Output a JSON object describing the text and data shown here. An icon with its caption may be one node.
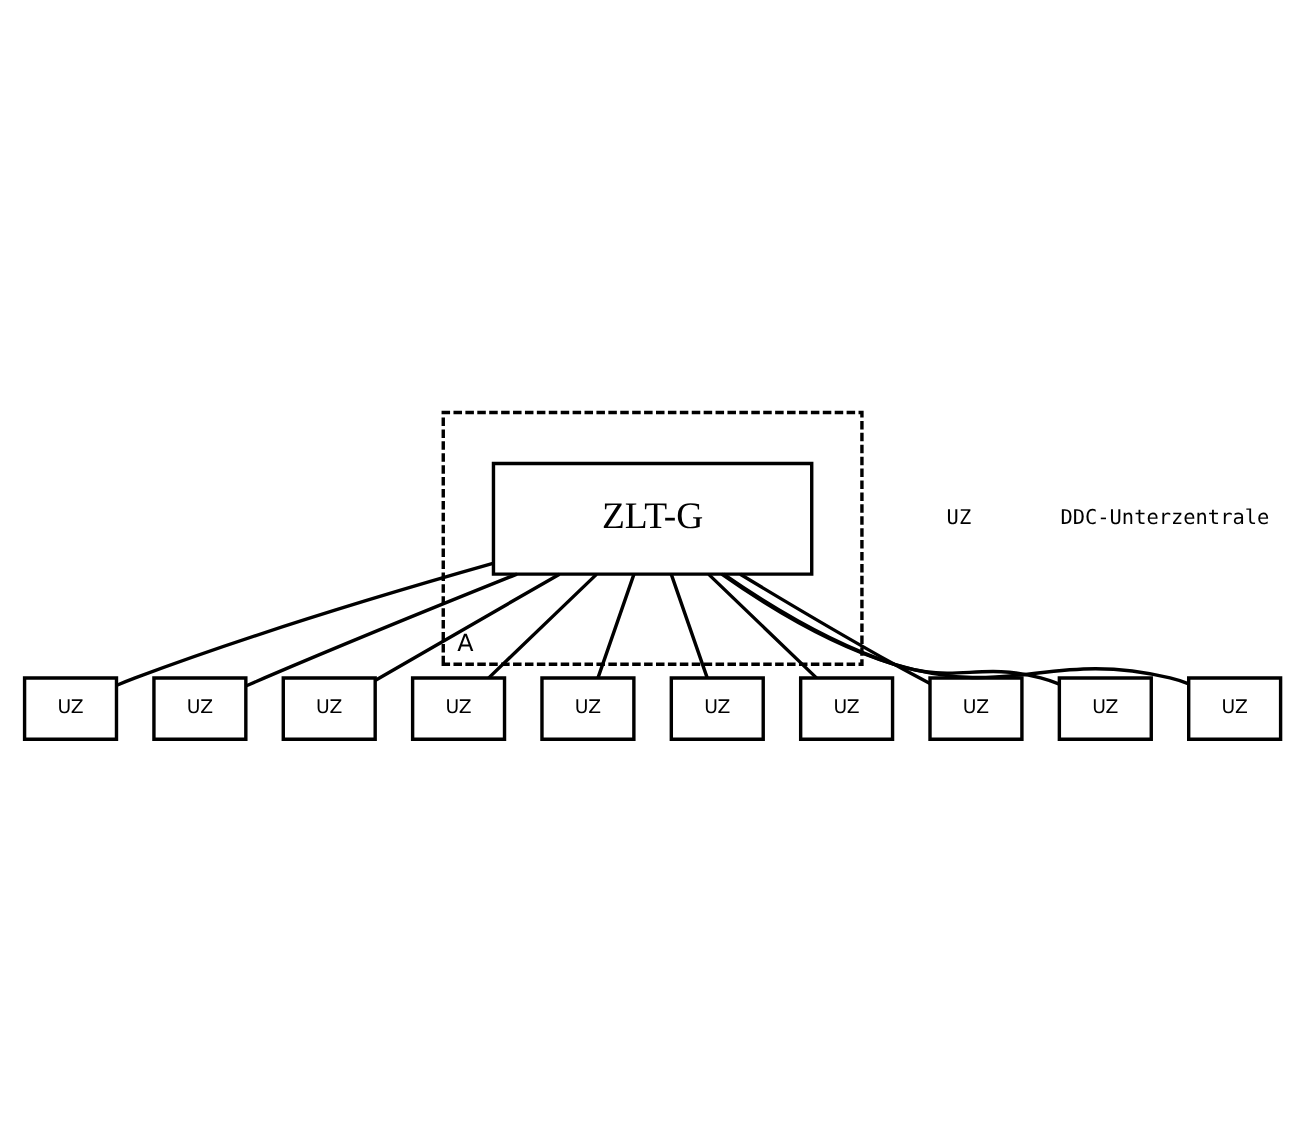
{
  "diagram": {
    "nodes": [
      {
        "text": [
          "A"
        ]
      },
      {
        "text": [
          "ZLT-G"
        ],
        "in": 0
      },
      {
        "text": [
          "UZ"
        ]
      },
      {
        "text": [
          "UZ"
        ]
      },
      {
        "text": [
          "UZ"
        ]
      },
      {
        "text": [
          "UZ"
        ]
      },
      {
        "text": [
          "UZ"
        ]
      },
      {
        "text": [
          "UZ"
        ]
      },
      {
        "text": [
          "UZ"
        ]
      },
      {
        "text": [
          "UZ"
        ]
      },
      {
        "text": [
          "UZ"
        ]
      },
      {
        "text": [
          "UZ"
        ]
      }
    ],
    "edges": [
      {
        "from": 1,
        "to": 2,
        "arrow": "none"
      },
      {
        "from": 1,
        "to": 3,
        "arrow": "none"
      },
      {
        "from": 1,
        "to": 4,
        "arrow": "none"
      },
      {
        "from": 1,
        "to": 5,
        "arrow": "none"
      },
      {
        "from": 1,
        "to": 6,
        "arrow": "none"
      },
      {
        "from": 1,
        "to": 7,
        "arrow": "none"
      },
      {
        "from": 1,
        "to": 8,
        "arrow": "none"
      },
      {
        "from": 1,
        "to": 9,
        "arrow": "none"
      },
      {
        "from": 1,
        "to": 10,
        "arrow": "none"
      },
      {
        "from": 1,
        "to": 11,
        "arrow": "none"
      }
    ],
    "labels": [
      "UZ",
      "DDC-Unterzentrale"
    ]
  }
}
